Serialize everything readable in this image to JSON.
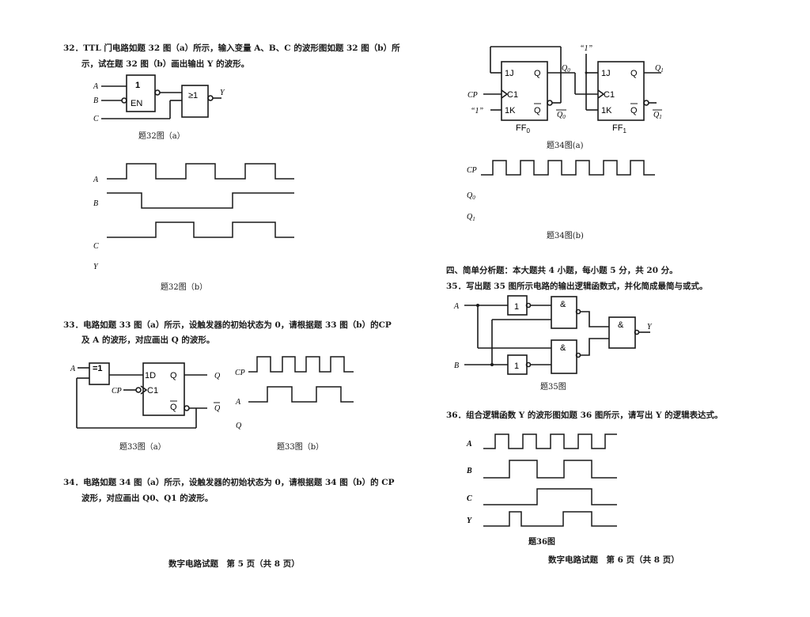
{
  "page5": {
    "q32": {
      "line1": "32．TTL 门电路如题 32 图（a）所示，输入变量 A、B、C 的波形图如题 32 图（b）所",
      "line2": "示，试在题 32 图（b）画出输出 Y 的波形。",
      "fig_a_caption": "题32图（a）",
      "fig_b_caption": "题32图（b）",
      "gate1_label": "1",
      "gate1_enable": "EN",
      "gate2_label": "≥1",
      "inputs": [
        "A",
        "B",
        "C"
      ],
      "output": "Y",
      "waveforms": {
        "labels": [
          "A",
          "B",
          "C",
          "Y"
        ],
        "A": [
          0,
          1,
          0,
          1,
          0,
          1,
          0
        ],
        "B": [
          1,
          0,
          1
        ],
        "C": [
          0,
          1,
          0,
          1,
          0
        ]
      }
    },
    "q33": {
      "line1": "33．电路如题 33 图（a）所示，设触发器的初始状态为 0，请根据题 33 图（b）的CP",
      "line2": "及 A 的波形，对应画出 Q 的波形。",
      "fig_a_caption": "题33图（a）",
      "fig_b_caption": "题33图（b）",
      "xor_label": "=1",
      "ff_d": "1D",
      "ff_c": "C1",
      "ff_q": "Q",
      "ff_qbar": "Q",
      "input_a": "A",
      "input_cp": "CP",
      "out_q": "Q",
      "out_qbar": "Q",
      "wave_labels": [
        "CP",
        "A",
        "Q"
      ]
    },
    "q34": {
      "line1": "34．电路如题 34 图（a）所示，设触发器的初始状态为 0，请根据题 34 图（b）的 CP",
      "line2": "波形，对应画出 Q0、Q1 的波形。"
    },
    "footer": "数字电路试题　第 5 页（共 8 页）"
  },
  "page6": {
    "q34_fig": {
      "fig_a_caption": "题34图(a)",
      "fig_b_caption": "题34图(b)",
      "ff0_name": "FF0",
      "ff1_name": "FF1",
      "pins": [
        "1J",
        "C1",
        "1K",
        "Q",
        "Q"
      ],
      "const_one": "“1”",
      "cp": "CP",
      "q0": "Q0",
      "q0bar": "Q0",
      "q1": "Q1",
      "q1bar": "Q1",
      "wave_labels": [
        "CP",
        "Q0",
        "Q1"
      ]
    },
    "section4": "四、简单分析题：本大题共 4 小题，每小题 5 分，共 20 分。",
    "q35": {
      "line1": "35．写出题 35 图所示电路的输出逻辑函数式，并化简成最简与或式。",
      "caption": "题35图",
      "not_label": "1",
      "nand_label": "&",
      "inputs": [
        "A",
        "B"
      ],
      "output": "Y"
    },
    "q36": {
      "line1": "36．组合逻辑函数 Y 的波形图如题 36 图所示，请写出 Y 的逻辑表达式。",
      "caption": "题36图",
      "wave_labels": [
        "A",
        "B",
        "C",
        "Y"
      ]
    },
    "footer": "数字电路试题　第 6 页（共 8 页）"
  }
}
